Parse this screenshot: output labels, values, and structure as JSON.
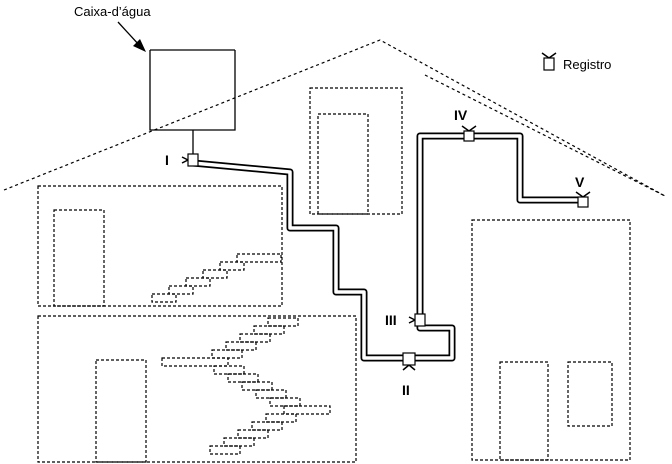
{
  "labels": {
    "tank": "Caixa-d’água",
    "legend": "Registro"
  },
  "valves": [
    {
      "id": "I",
      "label": "I"
    },
    {
      "id": "II",
      "label": "II"
    },
    {
      "id": "III",
      "label": "III"
    },
    {
      "id": "IV",
      "label": "IV"
    },
    {
      "id": "V",
      "label": "V"
    }
  ],
  "colors": {
    "line": "#000000",
    "background": "#ffffff"
  }
}
